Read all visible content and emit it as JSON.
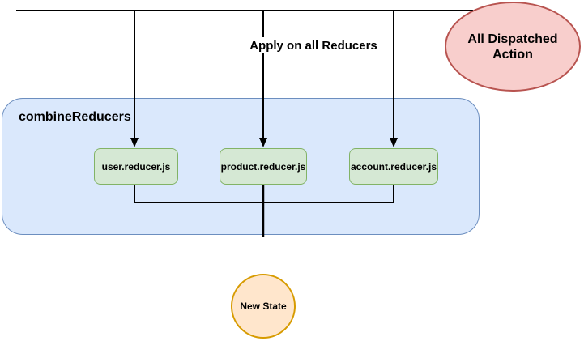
{
  "diagram": {
    "apply_label": "Apply on all Reducers",
    "dispatch_source_label": "All Dispatched Action",
    "container_label": "combineReducers",
    "reducers": [
      "user.reducer.js",
      "product.reducer.js",
      "account.reducer.js"
    ],
    "output_label": "New State",
    "colors": {
      "container_fill": "#dae8fc",
      "container_border": "#6c8ebf",
      "reducer_fill": "#d5e8d4",
      "reducer_border": "#82b366",
      "dispatch_fill": "#f8cecc",
      "dispatch_border": "#b85450",
      "state_fill": "#ffe6cc",
      "state_border": "#d79b00",
      "edge": "#000000"
    }
  }
}
